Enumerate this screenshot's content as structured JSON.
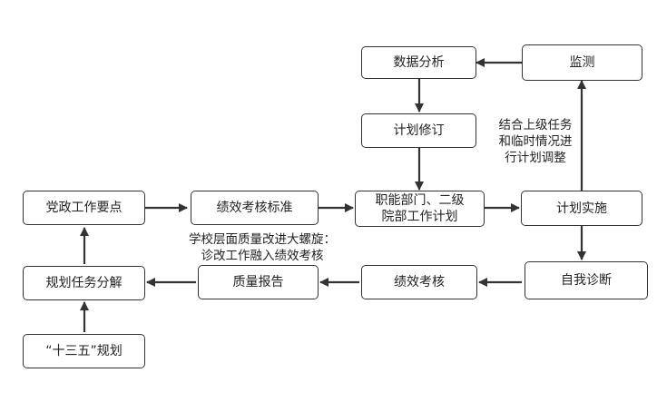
{
  "nodes": {
    "data_analysis": "数据分析",
    "monitor": "监测",
    "plan_revise": "计划修订",
    "party_work_points": "党政工作要点",
    "perf_standard": "绩效考核标准",
    "dept_plan": [
      "职能部门、二级",
      "院部工作计划"
    ],
    "plan_implement": "计划实施",
    "task_breakdown": "规划任务分解",
    "quality_report": "质量报告",
    "perf_assess": "绩效考核",
    "self_diagnosis": "自我诊断",
    "five_year_plan": "“十三五”规划"
  },
  "notes": {
    "adjust": [
      "结合上级任务",
      "和临时情况进",
      "行计划调整"
    ],
    "spiral": [
      "学校层面质量改进大螺旋：",
      "诊改工作融入绩效考核"
    ]
  },
  "colors": {
    "line": "#333333",
    "border": "#333333"
  }
}
